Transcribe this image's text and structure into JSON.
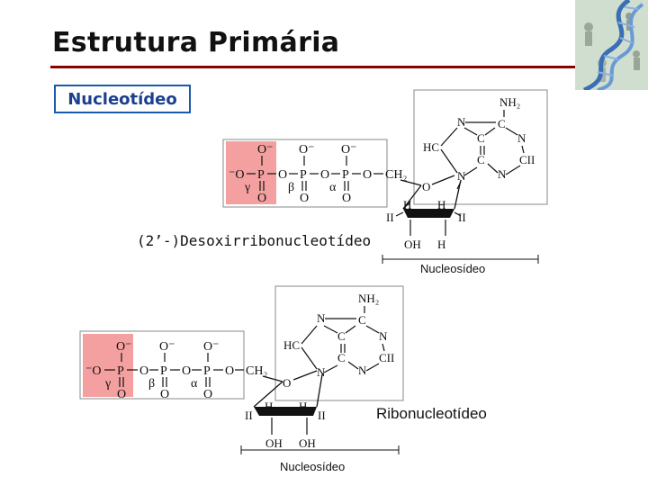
{
  "slide": {
    "title": "Estrutura Primária",
    "badge": "Nucleotídeo"
  },
  "structures": {
    "top": {
      "caption": "(2’-)Desoxirribonucleotídeo",
      "nucleoside_label": "Nucleosídeo",
      "sugar_2prime": "H"
    },
    "bottom": {
      "caption": "Ribonucleotídeo",
      "nucleoside_label": "Nucleosídeo",
      "sugar_2prime": "OH"
    }
  },
  "colors": {
    "title_rule": "#8b0000",
    "badge_border": "#1b5aa8",
    "phosphate_highlight": "#f4a0a0"
  }
}
